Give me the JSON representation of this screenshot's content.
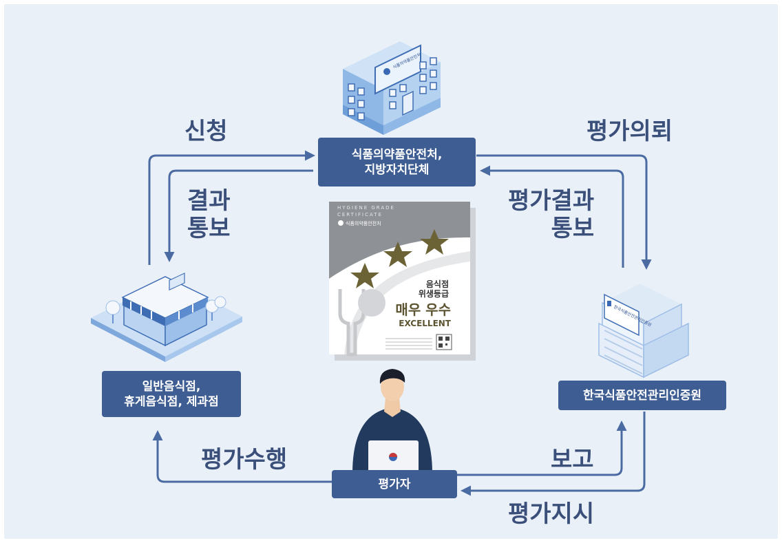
{
  "nodes": {
    "ministry": {
      "line1": "식품의약품안전처,",
      "line2": "지방자치단체",
      "sign": "식품의약품안전처"
    },
    "restaurant": {
      "line1": "일반음식점,",
      "line2": "휴게음식점, 제과점"
    },
    "institute": {
      "label": "한국식품안전관리인증원",
      "sign": "한국식품안전관리인증원"
    },
    "evaluator": {
      "label": "평가자"
    }
  },
  "edges": {
    "apply": "신청",
    "result_notice_1": "결과",
    "result_notice_2": "통보",
    "eval_request": "평가의뢰",
    "eval_result_1": "평가결과",
    "eval_result_2": "통보",
    "perform": "평가수행",
    "report": "보고",
    "instruct": "평가지시"
  },
  "certificate": {
    "header_1": "HYGIENE GRADE",
    "header_2": "CERTIFICATE",
    "issuer": "식품의약품안전처",
    "title_1": "음식점",
    "title_2": "위생등급",
    "grade_kr": "매우 우수",
    "grade_en": "EXCELLENT",
    "stars": 3
  },
  "colors": {
    "accent": "#3e5d92",
    "text": "#3a4f79",
    "background": "#eaf0f8"
  }
}
